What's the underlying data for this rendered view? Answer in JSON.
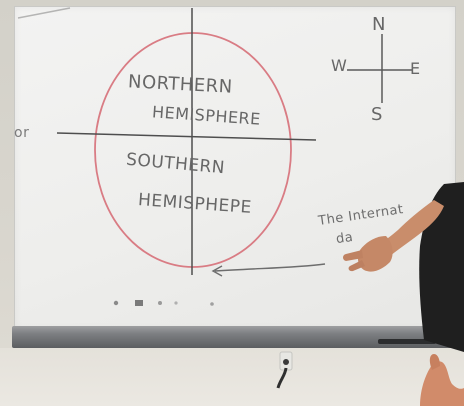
{
  "whiteboard": {
    "northern_line1": "NORTHERN",
    "northern_line2": "HEMISPHERE",
    "southern_line1": "SOUTHERN",
    "southern_line2": "HEMISPHEPE",
    "equator_label": "or",
    "international_line1": "The Internat",
    "international_line2": "da",
    "compass": {
      "north": "N",
      "west": "W",
      "east": "E",
      "south": "S"
    }
  },
  "colors": {
    "board": "#efefed",
    "ink": "#6a6a6a",
    "circle": "#d97c84",
    "frame": "#7b7d80",
    "skin": "#c98d6b",
    "shirt": "#1f1f1f"
  }
}
